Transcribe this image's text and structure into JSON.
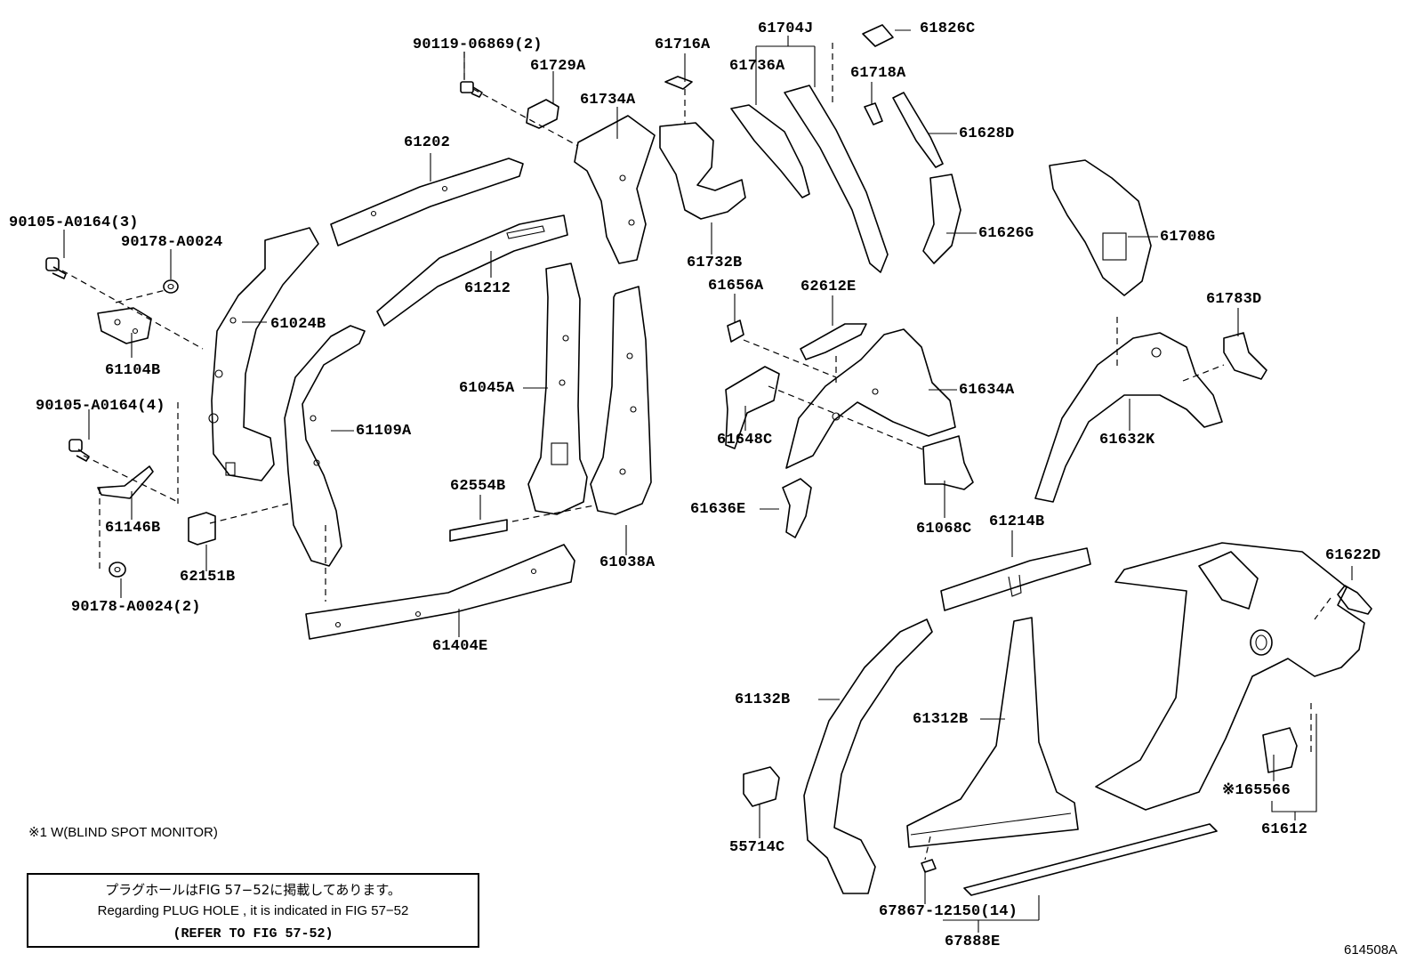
{
  "labels": {
    "p90119": "90119-06869(2)",
    "p61729A": "61729A",
    "p61716A": "61716A",
    "p61704J": "61704J",
    "p61826C": "61826C",
    "p61734A": "61734A",
    "p61736A": "61736A",
    "p61718A": "61718A",
    "p61628D": "61628D",
    "p61202": "61202",
    "p61732B": "61732B",
    "p61626G": "61626G",
    "p61708G": "61708G",
    "p90105_3": "90105-A0164(3)",
    "p90178": "90178-A0024",
    "p61212": "61212",
    "p61656A": "61656A",
    "p62612E": "62612E",
    "p61783D": "61783D",
    "p61024B": "61024B",
    "p61104B": "61104B",
    "p61045A": "61045A",
    "p61634A": "61634A",
    "p90105_4": "90105-A0164(4)",
    "p61109A": "61109A",
    "p61648C": "61648C",
    "p61632K": "61632K",
    "p62554B": "62554B",
    "p61636E": "61636E",
    "p61146B": "61146B",
    "p61214B": "61214B",
    "p61068C": "61068C",
    "p62151B": "62151B",
    "p61038A": "61038A",
    "p61622D": "61622D",
    "p90178_2": "90178-A0024(2)",
    "p61404E": "61404E",
    "p61132B": "61132B",
    "p61312B": "61312B",
    "p165566": "※165566",
    "p55714C": "55714C",
    "p61612": "61612",
    "p67867": "67867-12150(14)",
    "p67888E": "67888E"
  },
  "footnote": "※1 W(BLIND SPOT MONITOR)",
  "notice": {
    "japanese": "プラグホールはFIG 57−52に掲載してあります。",
    "english": "Regarding  PLUG  HOLE , it is indicated in  FIG  57−52",
    "reference": "(REFER TO FIG 57-52)"
  },
  "figure_id": "614508A"
}
